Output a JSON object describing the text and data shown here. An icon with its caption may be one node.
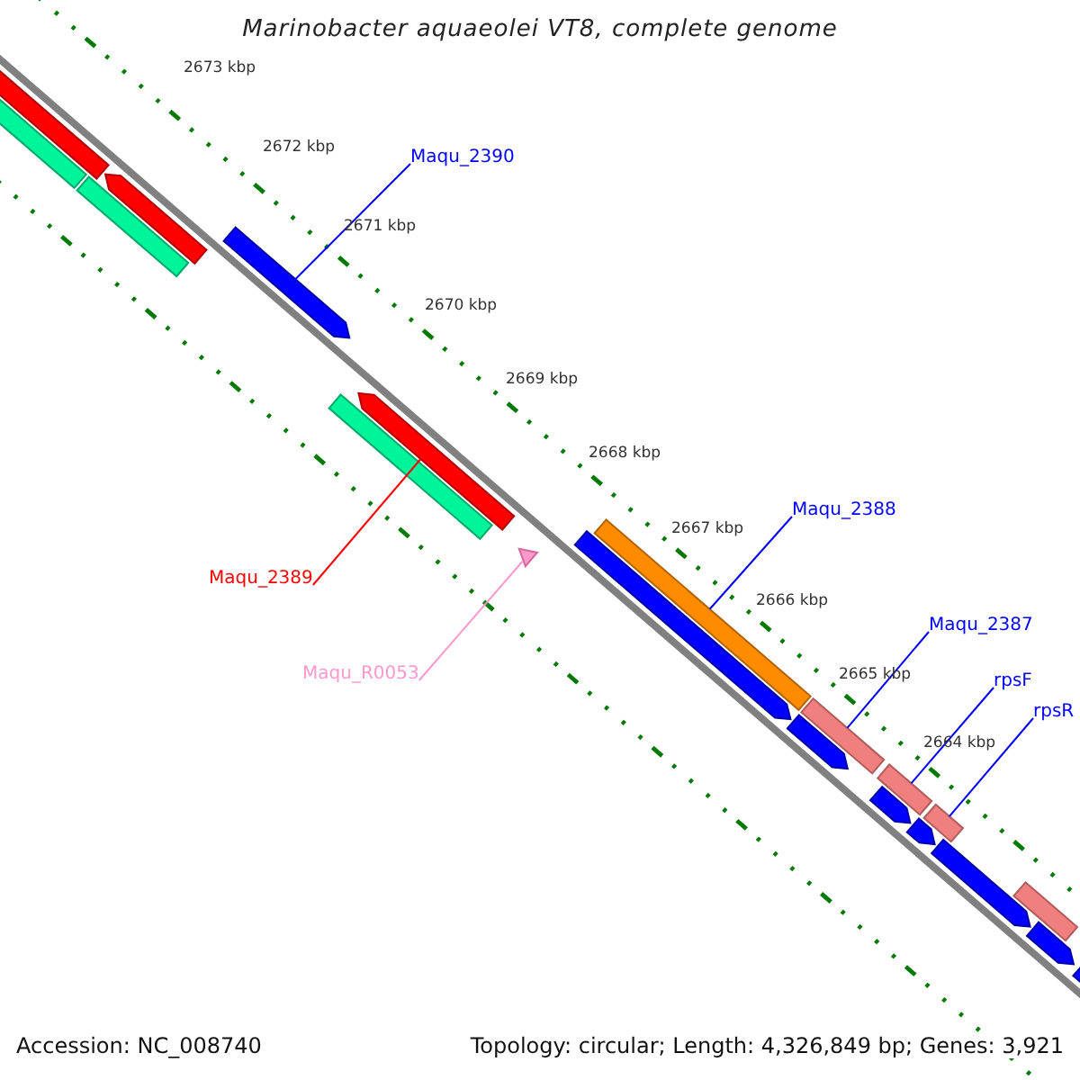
{
  "diagram": {
    "title": "Marinobacter aquaeolei VT8, complete genome",
    "nodes": [
      {
        "text": [
          "Maqu_2390"
        ]
      },
      {
        "text": [],
        "shape": "bar"
      },
      {
        "text": [
          "Maqu_2389"
        ]
      },
      {
        "text": [],
        "shape": "bar"
      },
      {
        "text": [
          "Maqu_R0053"
        ]
      },
      {
        "text": [],
        "shape": "triangle"
      },
      {
        "text": [
          "Maqu_2388"
        ]
      },
      {
        "text": [],
        "shape": "bar"
      },
      {
        "text": [
          "Maqu_2387"
        ]
      },
      {
        "text": [],
        "shape": "bar"
      },
      {
        "text": [
          "rpsF"
        ]
      },
      {
        "text": [],
        "shape": "bar"
      },
      {
        "text": [
          "rpsR"
        ]
      },
      {
        "text": [],
        "shape": "bar"
      },
      {
        "text": [],
        "shape": "bar"
      },
      {
        "text": [],
        "shape": "bar"
      },
      {
        "text": [],
        "shape": "bar"
      },
      {
        "text": [],
        "shape": "bar"
      },
      {
        "text": [],
        "shape": "bar"
      },
      {
        "text": [],
        "shape": "bar"
      },
      {
        "text": [],
        "shape": "bar"
      },
      {
        "text": [],
        "shape": "bar"
      },
      {
        "text": [],
        "shape": "bar"
      },
      {
        "text": [],
        "shape": "bar"
      },
      {
        "text": [],
        "shape": "bar"
      },
      {
        "text": [],
        "shape": "bar"
      },
      {
        "text": [],
        "shape": "bar"
      }
    ],
    "edges": [
      {
        "from": 0,
        "to": 1,
        "arrow": "none"
      },
      {
        "from": 2,
        "to": 3,
        "arrow": "none",
        "color": "#ff0000"
      },
      {
        "from": 4,
        "to": 5,
        "arrow": "none",
        "color": "#ff99cc"
      },
      {
        "from": 6,
        "to": 7,
        "arrow": "none"
      },
      {
        "from": 8,
        "to": 9,
        "arrow": "none"
      },
      {
        "from": 10,
        "to": 11,
        "arrow": "none"
      },
      {
        "from": 12,
        "to": 13,
        "arrow": "none"
      }
    ],
    "labels": [
      "2673 kbp",
      "2672 kbp",
      "2671 kbp",
      "2670 kbp",
      "2669 kbp",
      "2668 kbp",
      "2667 kbp",
      "2666 kbp",
      "2665 kbp",
      "2664 kbp",
      "Accession: NC_008740",
      "Topology: circular; Length: 4,326,849 bp; Genes: 3,921"
    ]
  }
}
